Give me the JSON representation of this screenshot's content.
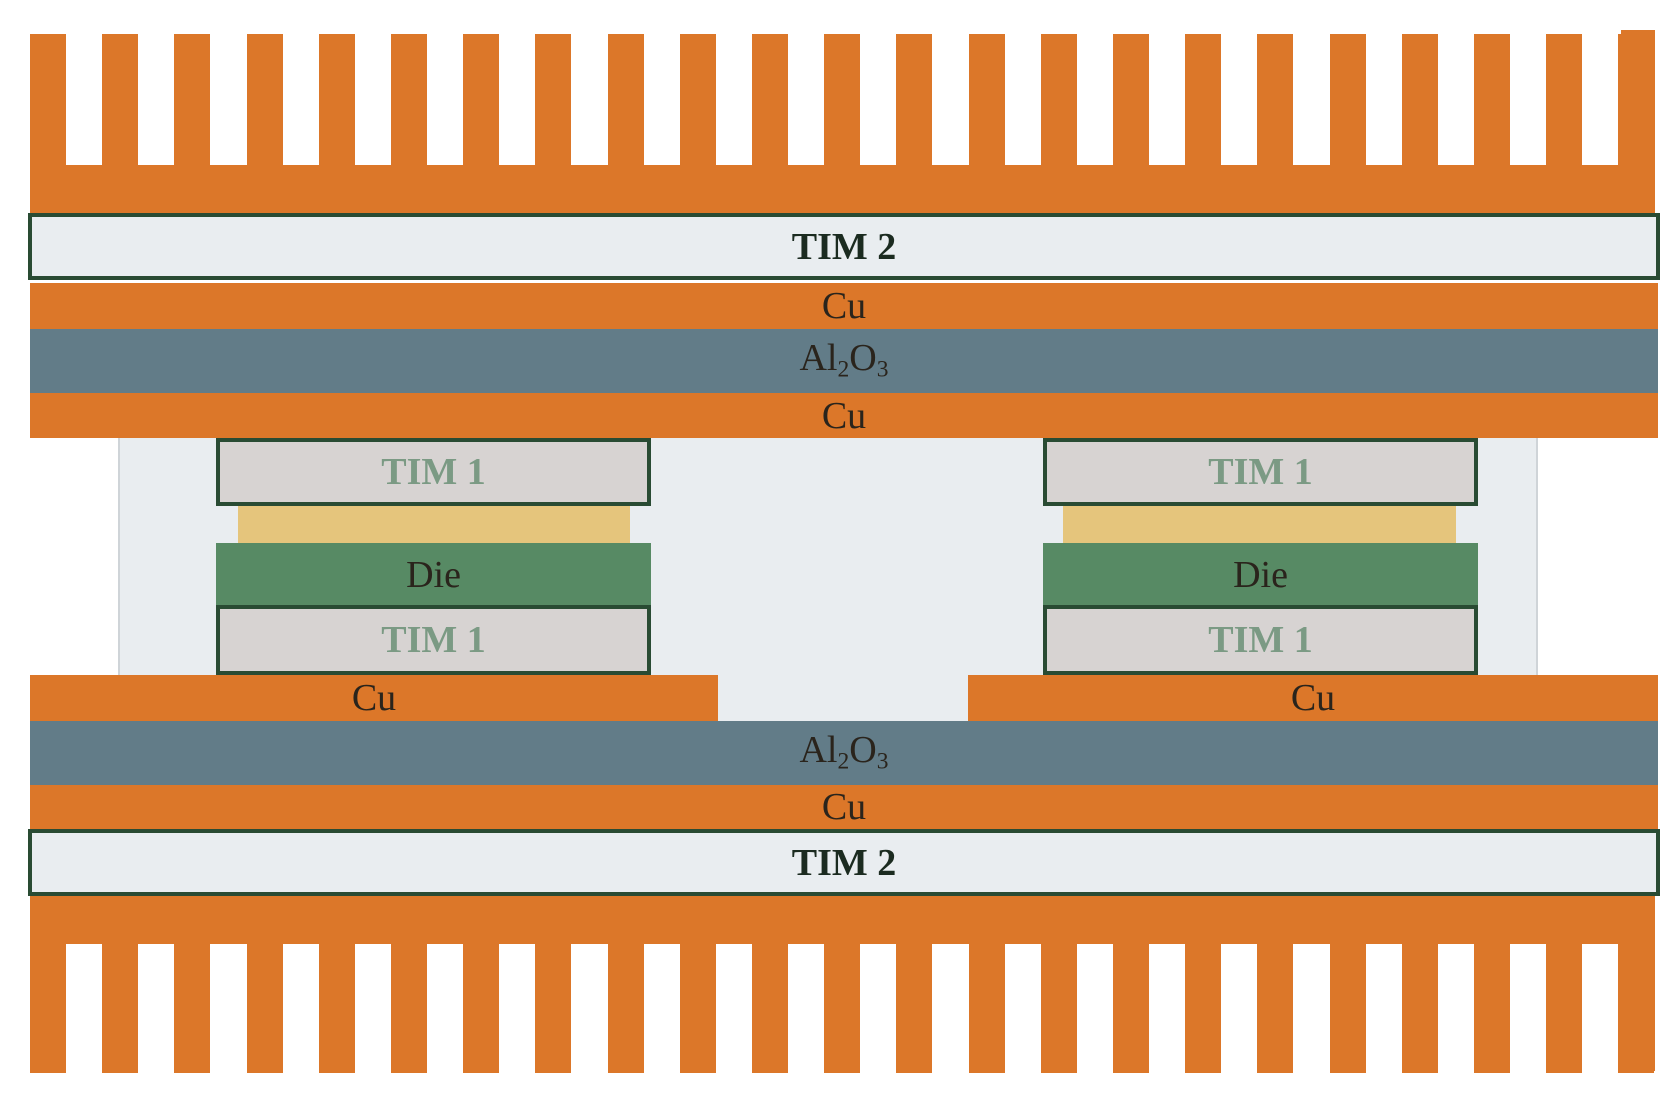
{
  "colors": {
    "copper": "#dc7729",
    "alumina": "#627c88",
    "tim2_fill": "#e9edf0",
    "tim1_fill": "#d7d3d2",
    "die": "#578a64",
    "solder": "#e5c57c",
    "outline": "#294b33",
    "encapsulant": "#e9edf0"
  },
  "top": {
    "tim2_label": "TIM 2",
    "cu_upper_label": "Cu",
    "alumina_label": "Al",
    "alumina_sub1": "2",
    "alumina_o": "O",
    "alumina_sub2": "3",
    "cu_lower_label": "Cu"
  },
  "left_stack": {
    "tim1_top_label": "TIM 1",
    "die_label": "Die",
    "tim1_bottom_label": "TIM 1",
    "cu_pad_label": "Cu"
  },
  "right_stack": {
    "tim1_top_label": "TIM 1",
    "die_label": "Die",
    "tim1_bottom_label": "TIM 1",
    "cu_pad_label": "Cu"
  },
  "bottom": {
    "alumina_label": "Al",
    "alumina_sub1": "2",
    "alumina_o": "O",
    "alumina_sub2": "3",
    "cu_label": "Cu",
    "tim2_label": "TIM 2"
  }
}
